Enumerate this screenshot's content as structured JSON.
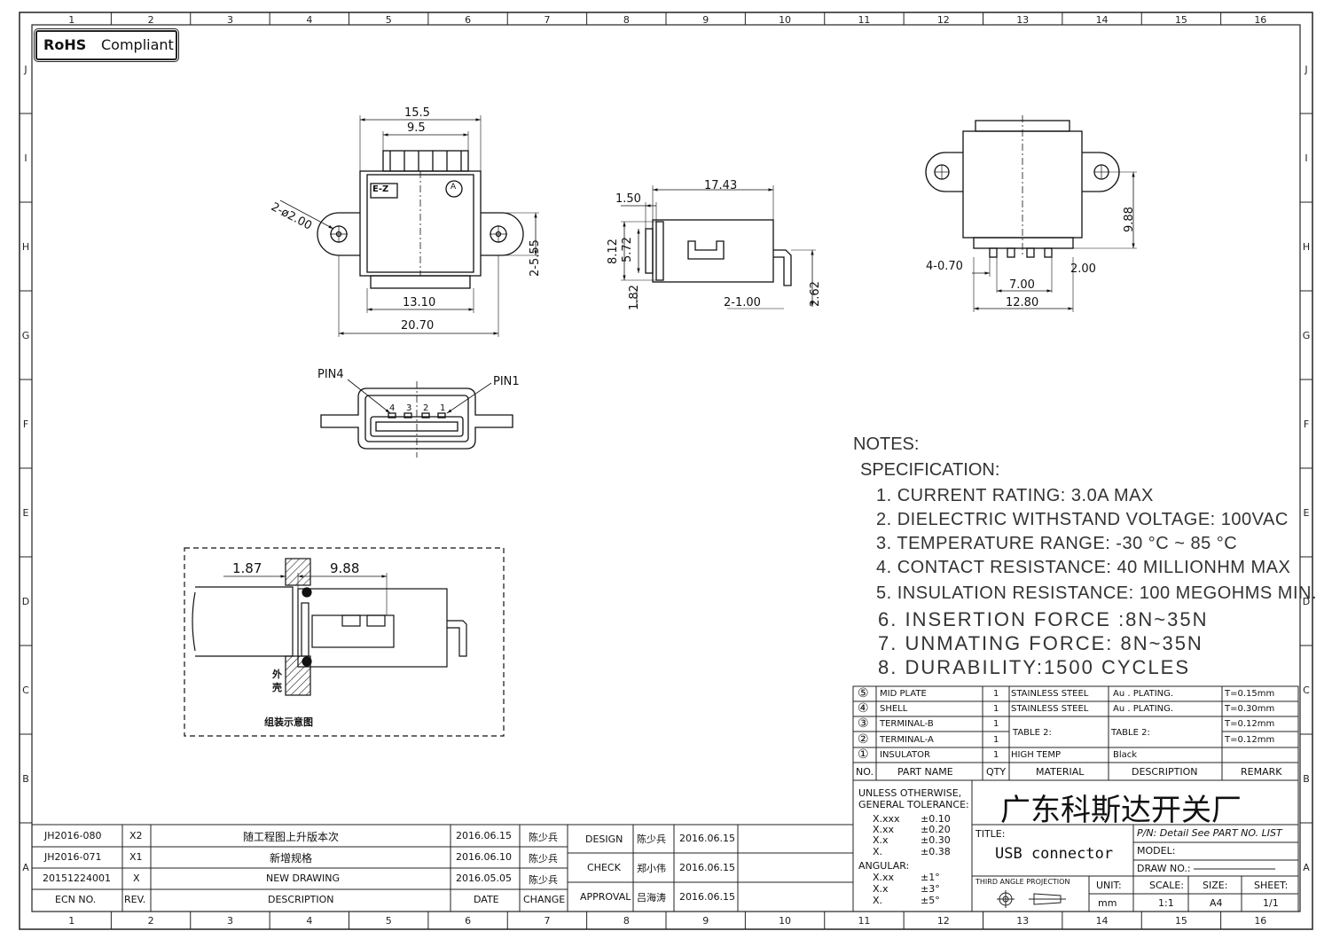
{
  "badge": {
    "rohs": "RoHS",
    "compliant": "Compliant"
  },
  "grid": {
    "cols": [
      "1",
      "2",
      "3",
      "4",
      "5",
      "6",
      "7",
      "8",
      "9",
      "10",
      "11",
      "12",
      "13",
      "14",
      "15",
      "16"
    ],
    "rows": [
      "J",
      "I",
      "H",
      "G",
      "F",
      "E",
      "D",
      "C",
      "B",
      "A"
    ]
  },
  "front_view": {
    "w_top": "15.5",
    "w_slot": "9.5",
    "hole": "2-ø2.00",
    "height": "2-5.55",
    "w_body": "13.10",
    "w_flange": "20.70",
    "mark_ez": "E-Z",
    "mark_a": "A"
  },
  "side_view": {
    "length": "17.43",
    "d150": "1.50",
    "d812": "8.12",
    "d572": "5.72",
    "d182": "1.82",
    "pins": "2-1.00",
    "d262": "2.62"
  },
  "top_view": {
    "d988": "9.88",
    "d070": "4-0.70",
    "d200": "2.00",
    "d700": "7.00",
    "d1280": "12.80"
  },
  "pin_view": {
    "pin4": "PIN4",
    "pin1": "PIN1",
    "nums": [
      "4",
      "3",
      "2",
      "1"
    ]
  },
  "mount_view": {
    "d187": "1.87",
    "d988": "9.88",
    "shell": [
      "外",
      "壳"
    ],
    "caption": "组装示意图"
  },
  "notes": {
    "title": "NOTES:",
    "spec": "SPECIFICATION:",
    "items": [
      "1. CURRENT RATING: 3.0A MAX",
      "2. DIELECTRIC WITHSTAND VOLTAGE: 100VAC",
      "3. TEMPERATURE RANGE: -30 °C ~ 85 °C",
      "4. CONTACT RESISTANCE: 40 MILLIONHM MAX",
      "5. INSULATION RESISTANCE: 100 MEGOHMS MIN.",
      "6. INSERTION FORCE :8N~35N",
      "7. UNMATING FORCE: 8N~35N",
      "8. DURABILITY:1500 CYCLES"
    ]
  },
  "parts": {
    "rows": [
      {
        "no": "⑤",
        "name": "MID PLATE",
        "qty": "1",
        "material": "STAINLESS STEEL",
        "desc": "Au . PLATING.",
        "remark": "T=0.15mm"
      },
      {
        "no": "④",
        "name": "SHELL",
        "qty": "1",
        "material": "STAINLESS STEEL",
        "desc": "Au . PLATING.",
        "remark": "T=0.30mm"
      },
      {
        "no": "③",
        "name": "TERMINAL-B",
        "qty": "1",
        "material": "",
        "desc": "",
        "remark": "T=0.12mm"
      },
      {
        "no": "②",
        "name": "TERMINAL-A",
        "qty": "1",
        "material": "",
        "desc": "",
        "remark": "T=0.12mm"
      },
      {
        "no": "①",
        "name": "INSULATOR",
        "qty": "1",
        "material": "HIGH TEMP",
        "desc": "Black",
        "remark": ""
      }
    ],
    "table2_mat": "TABLE 2:",
    "table2_desc": "TABLE 2:",
    "header": {
      "no": "NO.",
      "name": "PART NAME",
      "qty": "QTY",
      "material": "MATERIAL",
      "desc": "DESCRIPTION",
      "remark": "REMARK"
    }
  },
  "tolerance": {
    "title1": "UNLESS OTHERWISE,",
    "title2": "GENERAL TOLERANCE:",
    "rows": [
      {
        "k": "X.xxx",
        "v": "±0.10"
      },
      {
        "k": "X.xx",
        "v": "±0.20"
      },
      {
        "k": "X.x",
        "v": "±0.30"
      },
      {
        "k": "X.",
        "v": "±0.38"
      }
    ],
    "angular": "ANGULAR:",
    "arows": [
      {
        "k": "X.xx",
        "v": "±1°"
      },
      {
        "k": "X.x",
        "v": "±3°"
      },
      {
        "k": "X.",
        "v": "±5°"
      }
    ]
  },
  "titleblock": {
    "company": "广东科斯达开关厂",
    "title_label": "TITLE:",
    "title": "USB connector",
    "pn": "P/N: Detail See PART NO. LIST",
    "model": "MODEL:",
    "drawno": "DRAW NO.:",
    "projection": "THIRD ANGLE PROJECTION",
    "unit_label": "UNIT:",
    "unit": "mm",
    "scale_label": "SCALE:",
    "scale": "1:1",
    "size_label": "SIZE:",
    "size": "A4",
    "sheet_label": "SHEET:",
    "sheet": "1/1"
  },
  "revisions": {
    "rows": [
      {
        "ecn": "JH2016-080",
        "rev": "X2",
        "desc": "随工程图上升版本次",
        "date": "2016.06.15",
        "change": "陈少兵"
      },
      {
        "ecn": "JH2016-071",
        "rev": "X1",
        "desc": "新增规格",
        "date": "2016.06.10",
        "change": "陈少兵"
      },
      {
        "ecn": "20151224001",
        "rev": "X",
        "desc": "NEW DRAWING",
        "date": "2016.05.05",
        "change": "陈少兵"
      }
    ],
    "header": {
      "ecn": "ECN NO.",
      "rev": "REV.",
      "desc": "DESCRIPTION",
      "date": "DATE",
      "change": "CHANGE"
    }
  },
  "approvals": [
    {
      "role": "DESIGN",
      "name": "陈少兵",
      "date": "2016.06.15"
    },
    {
      "role": "CHECK",
      "name": "郑小伟",
      "date": "2016.06.15"
    },
    {
      "role": "APPROVAL",
      "name": "吕海涛",
      "date": "2016.06.15"
    }
  ]
}
